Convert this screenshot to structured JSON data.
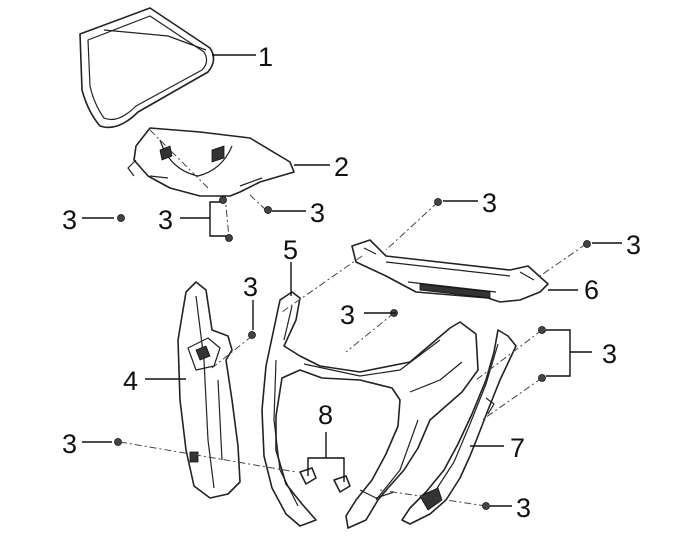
{
  "diagram": {
    "callouts": [
      {
        "id": "c1",
        "text": "1"
      },
      {
        "id": "c2",
        "text": "2"
      },
      {
        "id": "c3a",
        "text": "3"
      },
      {
        "id": "c3b",
        "text": "3"
      },
      {
        "id": "c3c",
        "text": "3"
      },
      {
        "id": "c3d",
        "text": "3"
      },
      {
        "id": "c3e",
        "text": "3"
      },
      {
        "id": "c3f",
        "text": "3"
      },
      {
        "id": "c3g",
        "text": "3"
      },
      {
        "id": "c3h",
        "text": "3"
      },
      {
        "id": "c3i",
        "text": "3"
      },
      {
        "id": "c3j",
        "text": "3"
      },
      {
        "id": "c4",
        "text": "4"
      },
      {
        "id": "c5",
        "text": "5"
      },
      {
        "id": "c6",
        "text": "6"
      },
      {
        "id": "c7",
        "text": "7"
      },
      {
        "id": "c8",
        "text": "8"
      }
    ]
  }
}
